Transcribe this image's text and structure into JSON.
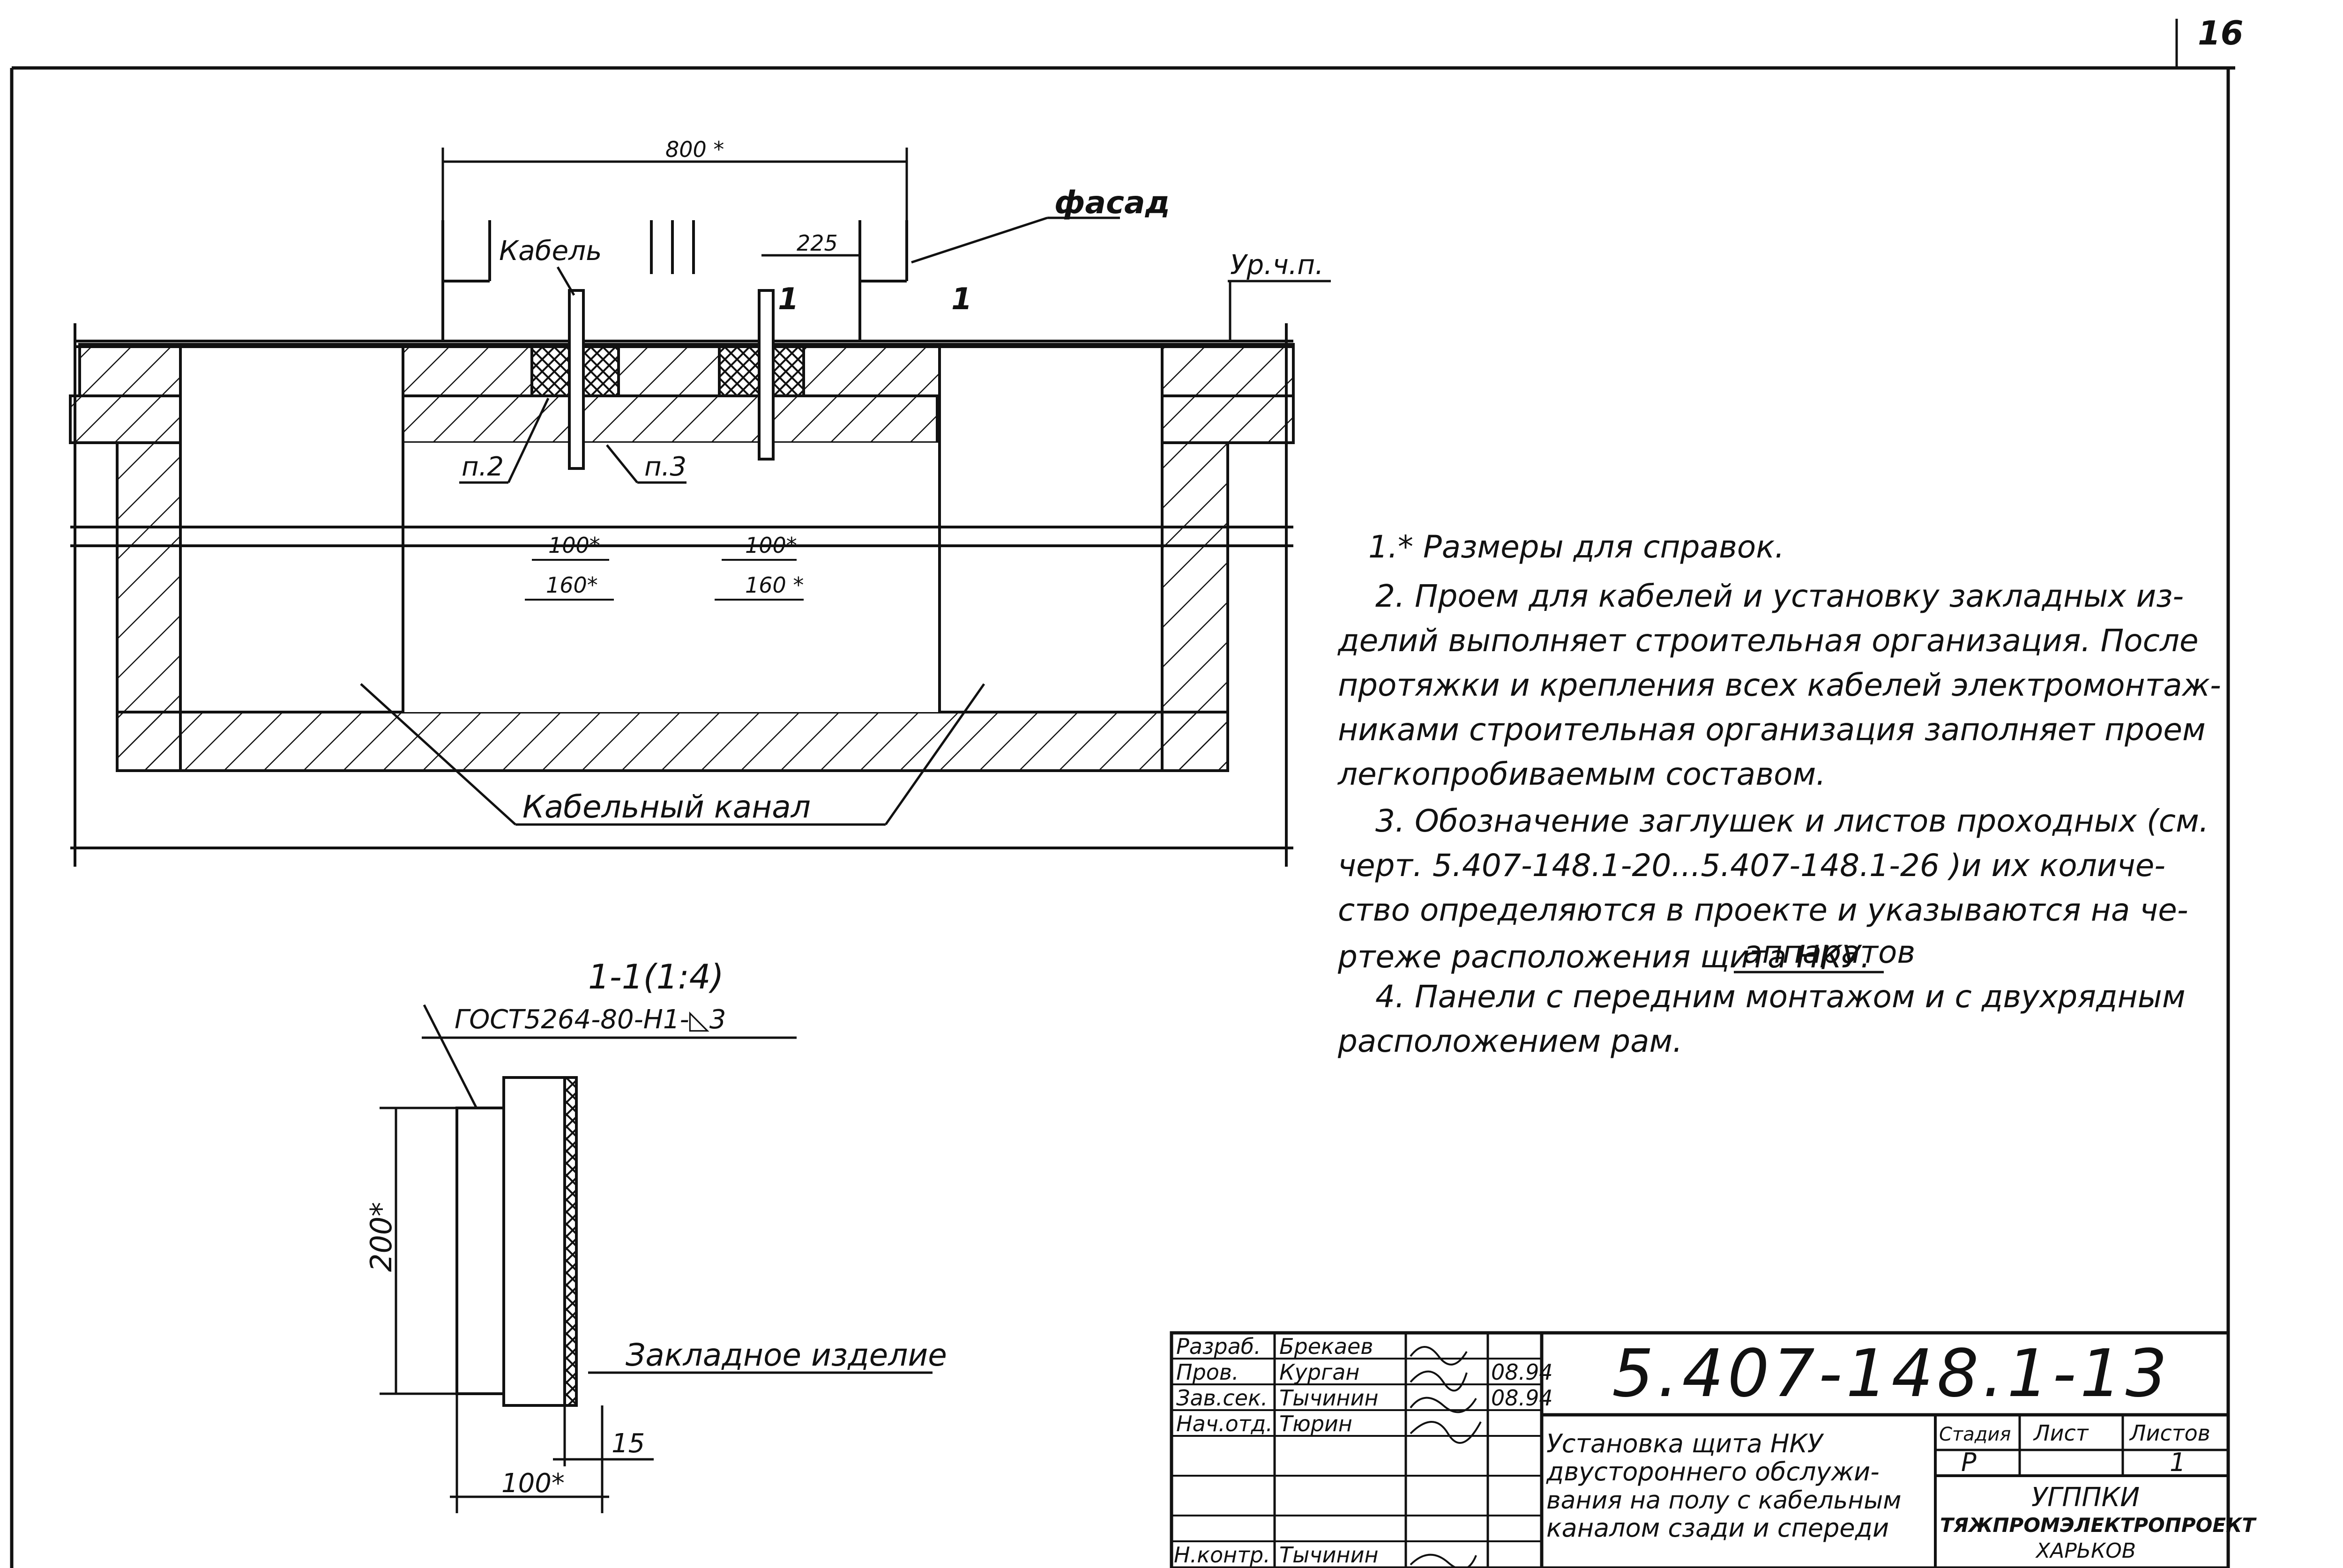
{
  "sheet_number": "16",
  "plan": {
    "dim_total": "800 *",
    "dim_225": "225",
    "label_facade": "фасад",
    "label_floor_level": "Ур.ч.п.",
    "label_cable": "Кабель",
    "label_p2": "п.2",
    "label_p3": "п.3",
    "dim_100_left": "100*",
    "dim_160_left": "160*",
    "dim_100_right": "100*",
    "dim_160_right": "160 *",
    "section_mark_left": "1",
    "section_mark_right": "1",
    "label_cable_channel": "Кабельный канал"
  },
  "section": {
    "title": "1-1(1:4)",
    "weld_note": "ГОСТ5264-80-Н1-◺3",
    "dim_200": "200*",
    "dim_15": "15",
    "dim_100": "100*",
    "label_embedded": "Закладное изделие"
  },
  "notes": {
    "n1": "1.* Размеры для справок.",
    "n2_l1": "2. Проем для кабелей и установку закладных из-",
    "n2_l2": "делий выполняет строительная организация. После",
    "n2_l3": "протяжки и крепления всех кабелей электромонтаж-",
    "n2_l4": "никами строительная организация заполняет проем",
    "n2_l5": "легкопробиваемым составом.",
    "n3_l1": "3. Обозначение заглушек и листов проходных (см.",
    "n3_l2": "черт. 5.407-148.1-20...5.407-148.1-26 )и их количе-",
    "n3_l3": "ство определяются в проекте и указываются на че-",
    "n3_l4": "ртеже расположения щита НКУ.",
    "n3_insert": "аппаратов",
    "n4_l1": "4. Панели с передним монтажом и с двухрядным",
    "n4_l2": "расположением рам."
  },
  "title_block": {
    "code": "5.407-148.1-13",
    "rows": [
      {
        "role": "Разраб.",
        "name": "Брекаев",
        "date": ""
      },
      {
        "role": "Пров.",
        "name": "Курган",
        "date": "08.94"
      },
      {
        "role": "Зав.сек.",
        "name": "Тычинин",
        "date": "08.94"
      },
      {
        "role": "Нач.отд.",
        "name": "Тюрин",
        "date": ""
      },
      {
        "role": "Н.контр.",
        "name": "Тычинин",
        "date": ""
      }
    ],
    "title_l1": "Установка щита НКУ",
    "title_l2": "двустороннего обслужи-",
    "title_l3": "вания на полу с кабельным",
    "title_l4": "каналом сзади и спереди",
    "stage_label": "Стадия",
    "sheet_label": "Лист",
    "sheets_label": "Листов",
    "stage_value": "Р",
    "sheets_value": "1",
    "org_l1": "УГППКИ",
    "org_l2": "ТЯЖПРОМЭЛЕКТРОПРОЕКТ",
    "org_l3": "ХАРЬКОВ"
  }
}
